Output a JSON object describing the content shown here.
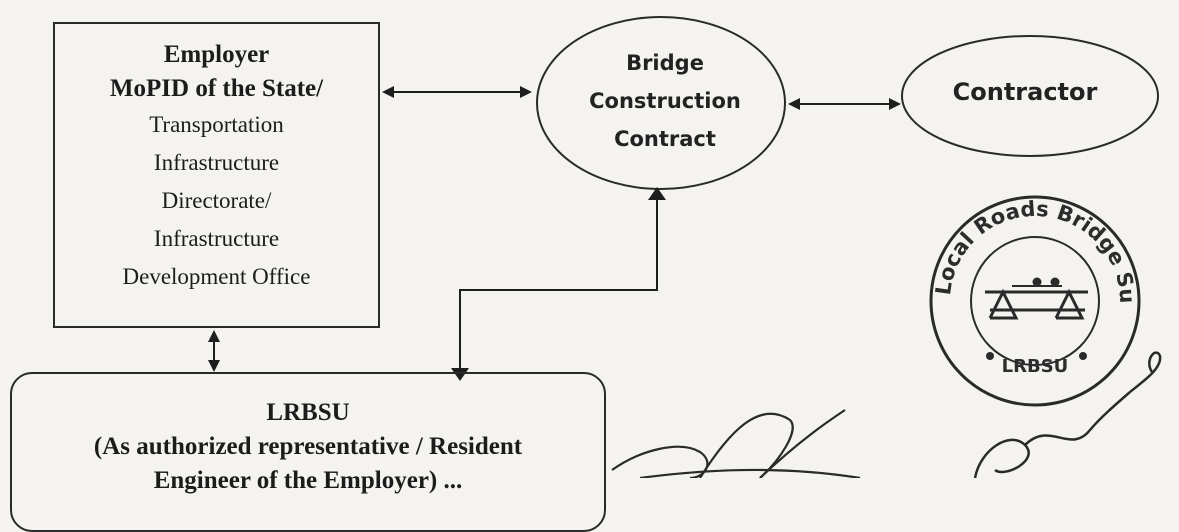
{
  "diagram": {
    "employer": {
      "line1": "Employer",
      "line2": "MoPID of the State/",
      "line3": "Transportation",
      "line4": "Infrastructure",
      "line5": "Directorate/",
      "line6": "Infrastructure",
      "line7": "Development Office"
    },
    "bridge_contract": {
      "line1": "Bridge",
      "line2": "Construction",
      "line3": "Contract"
    },
    "contractor": {
      "label": "Contractor"
    },
    "lrbsu": {
      "line1": "LRBSU",
      "line2": "(As authorized representative / Resident",
      "line3": "Engineer of the Employer) ..."
    },
    "stamp": {
      "ring_text": "Local Roads Bridge Support Unit",
      "center_text": "LRBSU"
    }
  }
}
